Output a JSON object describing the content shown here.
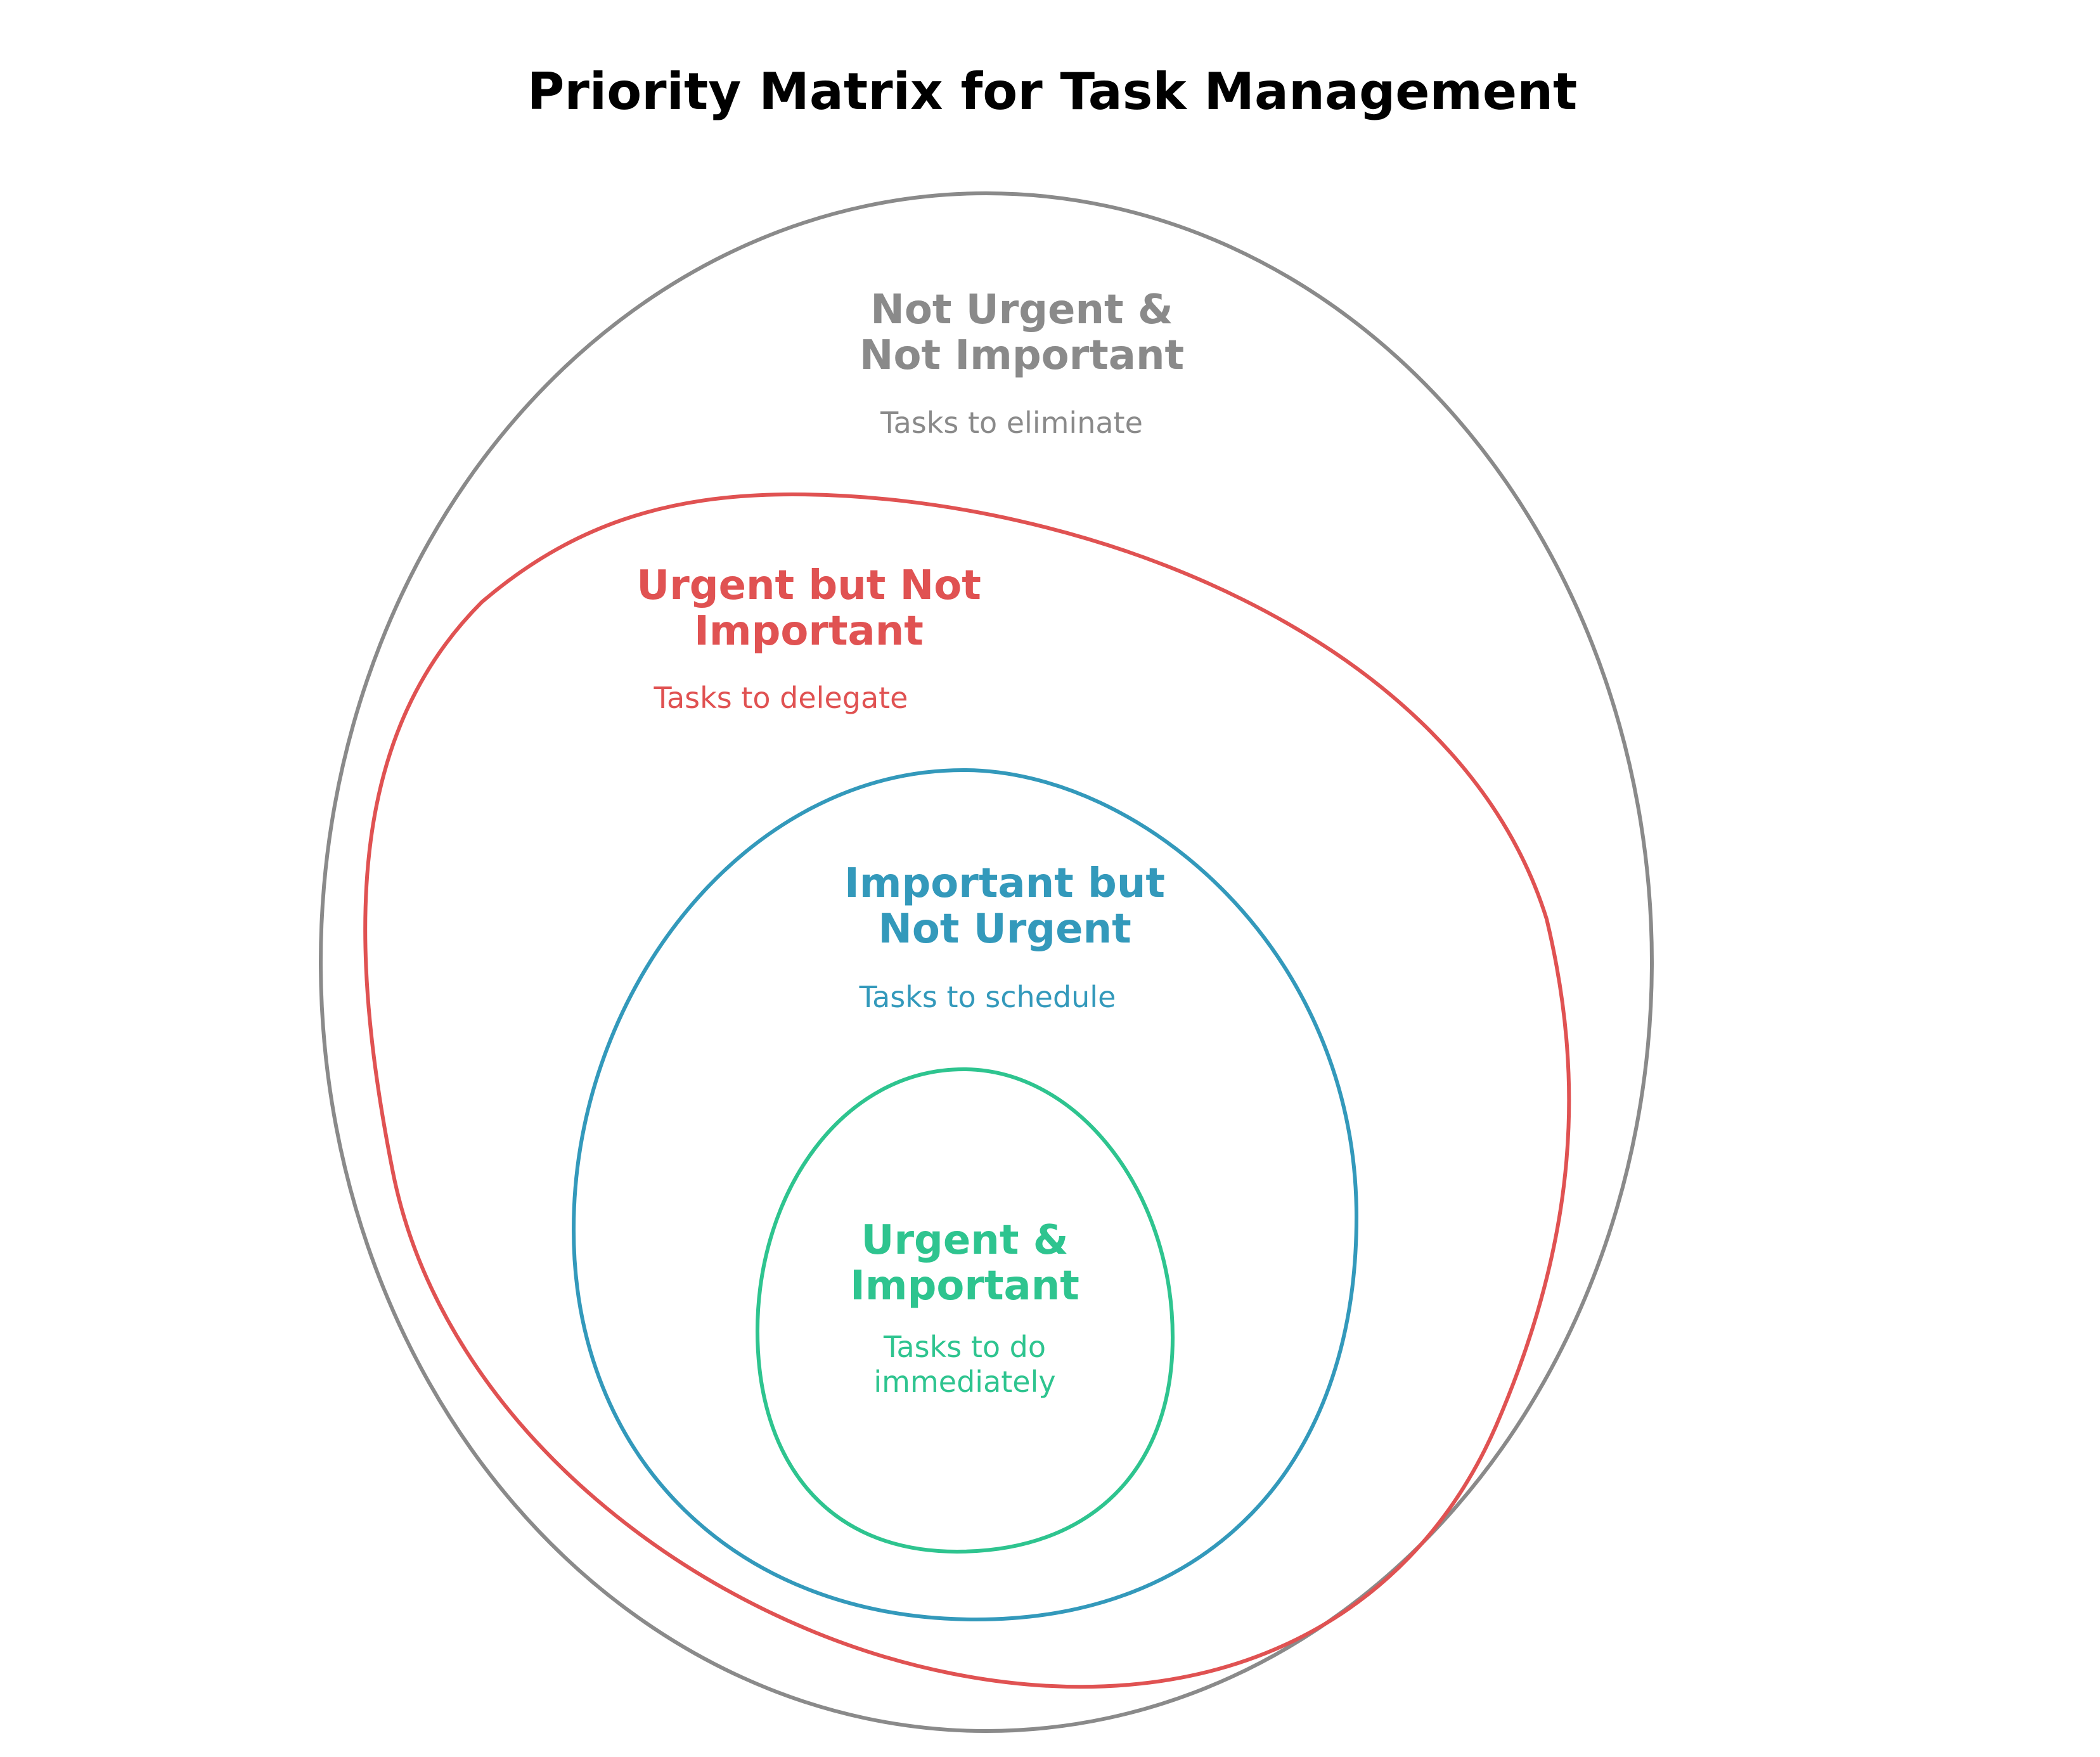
{
  "title": "Priority Matrix for Task Management",
  "colors": {
    "not_urgent_not_important": "#8a8a8a",
    "urgent_not_important": "#e05252",
    "important_not_urgent": "#3399bb",
    "urgent_important": "#2ec48f",
    "title": "#000000"
  },
  "regions": {
    "eliminate": {
      "heading_line1": "Not Urgent &",
      "heading_line2": "Not Important",
      "subtitle": "Tasks to eliminate"
    },
    "delegate": {
      "heading_line1": "Urgent but Not",
      "heading_line2": "Important",
      "subtitle": "Tasks to delegate"
    },
    "schedule": {
      "heading_line1": "Important but",
      "heading_line2": "Not Urgent",
      "subtitle": "Tasks to schedule"
    },
    "do": {
      "heading_line1": "Urgent &",
      "heading_line2": "Important",
      "subtitle_line1": "Tasks to do",
      "subtitle_line2": "immediately"
    }
  }
}
